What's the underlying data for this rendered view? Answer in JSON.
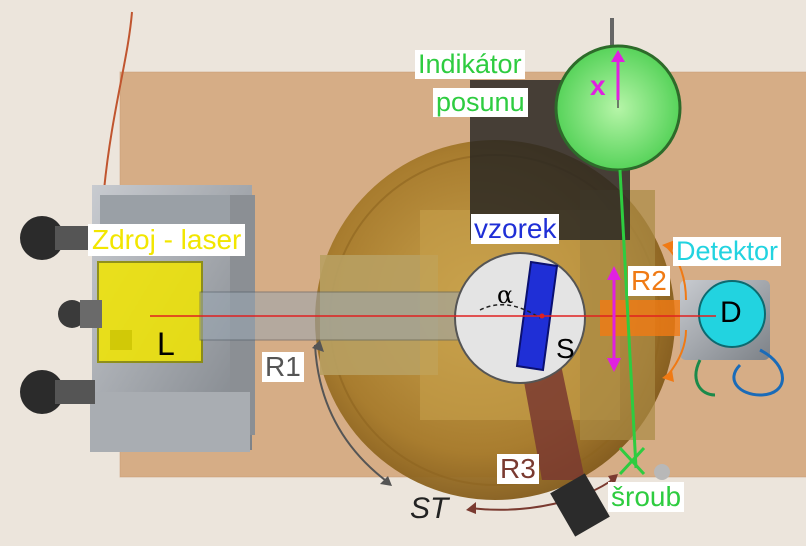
{
  "labels": {
    "indicator_line1": "Indikátor",
    "indicator_line2": "posunu",
    "x": "x",
    "source": "Zdroj - laser",
    "L": "L",
    "sample": "vzorek",
    "alpha": "α",
    "S": "S",
    "R1": "R1",
    "R2": "R2",
    "R3": "R3",
    "detector": "Detektor",
    "D": "D",
    "ST": "ST",
    "screw": "šroub"
  },
  "colors": {
    "indicator": "#2ecc40",
    "source": "#f2e600",
    "sample": "#1f2fd6",
    "detector": "#22d3e0",
    "R2": "#f07a14",
    "R3": "#7a3a30",
    "arm_magenta": "#e020e0",
    "beam": "#e02020",
    "wood": "#d9b48f",
    "table": "#f1ece6"
  }
}
